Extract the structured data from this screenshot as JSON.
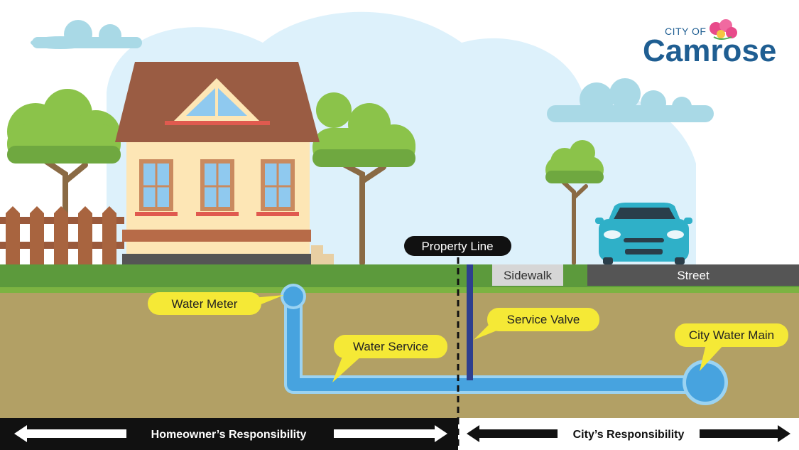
{
  "logo": {
    "prefix": "CITY OF",
    "name": "Camrose",
    "brand_color": "#1f5e92",
    "flower_color": "#e84a8a"
  },
  "labels": {
    "property_line": "Property Line",
    "sidewalk": "Sidewalk",
    "street": "Street",
    "water_meter": "Water Meter",
    "water_service": "Water Service",
    "service_valve": "Service Valve",
    "city_water_main": "City Water Main"
  },
  "responsibility": {
    "homeowner": "Homeowner’s Responsibility",
    "city": "City’s Responsibility"
  },
  "colors": {
    "sky": "#ddf1fb",
    "grass": "#5c9a3c",
    "soil": "#b2a065",
    "pipe": "#47a3df",
    "callout": "#f5e936",
    "car": "#2fb0c8"
  }
}
